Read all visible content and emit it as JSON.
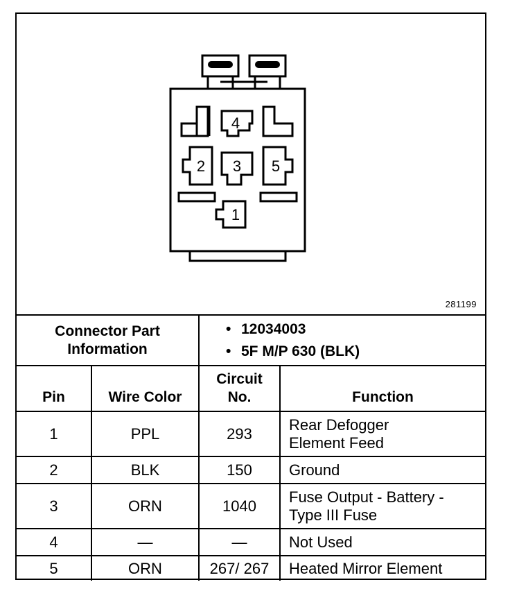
{
  "figure_number": "281199",
  "connector_pins": [
    {
      "label": "4"
    },
    {
      "label": "2"
    },
    {
      "label": "3"
    },
    {
      "label": "5"
    },
    {
      "label": "1"
    }
  ],
  "connector_info": {
    "label_line1": "Connector Part",
    "label_line2": "Information",
    "part_number": "12034003",
    "description": "5F M/P 630 (BLK)"
  },
  "table": {
    "headers": {
      "pin": "Pin",
      "wire_color": "Wire Color",
      "circuit_line1": "Circuit",
      "circuit_line2": "No.",
      "function": "Function"
    },
    "rows": [
      {
        "pin": "1",
        "wire_color": "PPL",
        "circuit": "293",
        "function_line1": "Rear Defogger",
        "function_line2": "Element Feed"
      },
      {
        "pin": "2",
        "wire_color": "BLK",
        "circuit": "150",
        "function_line1": "Ground",
        "function_line2": ""
      },
      {
        "pin": "3",
        "wire_color": "ORN",
        "circuit": "1040",
        "function_line1": "Fuse Output - Battery -",
        "function_line2": "Type III Fuse"
      },
      {
        "pin": "4",
        "wire_color": "—",
        "circuit": "—",
        "function_line1": "Not Used",
        "function_line2": ""
      },
      {
        "pin": "5",
        "wire_color": "ORN",
        "circuit": "267/ 267",
        "function_line1": "Heated Mirror Element",
        "function_line2": ""
      }
    ]
  }
}
